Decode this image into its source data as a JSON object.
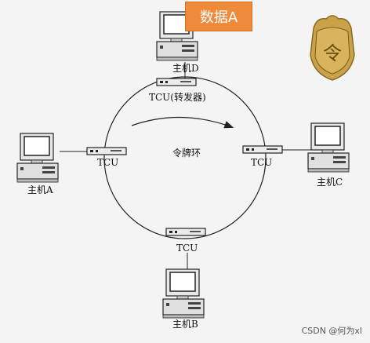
{
  "badge": "数据A",
  "ring": {
    "label": "令牌环"
  },
  "nodes": {
    "top": {
      "host": "主机D",
      "tcu": "TCU(转发器)"
    },
    "left": {
      "host": "主机A",
      "tcu": "TCU"
    },
    "right": {
      "host": "主机C",
      "tcu": "TCU"
    },
    "bottom": {
      "host": "主机B",
      "tcu": "TCU"
    }
  },
  "token": {
    "char": "令",
    "icon": "token-medallion-icon"
  },
  "watermark": "CSDN @何为xl",
  "colors": {
    "badge": "#ef8a3c",
    "token": "#c9a24a",
    "line": "#222222"
  }
}
